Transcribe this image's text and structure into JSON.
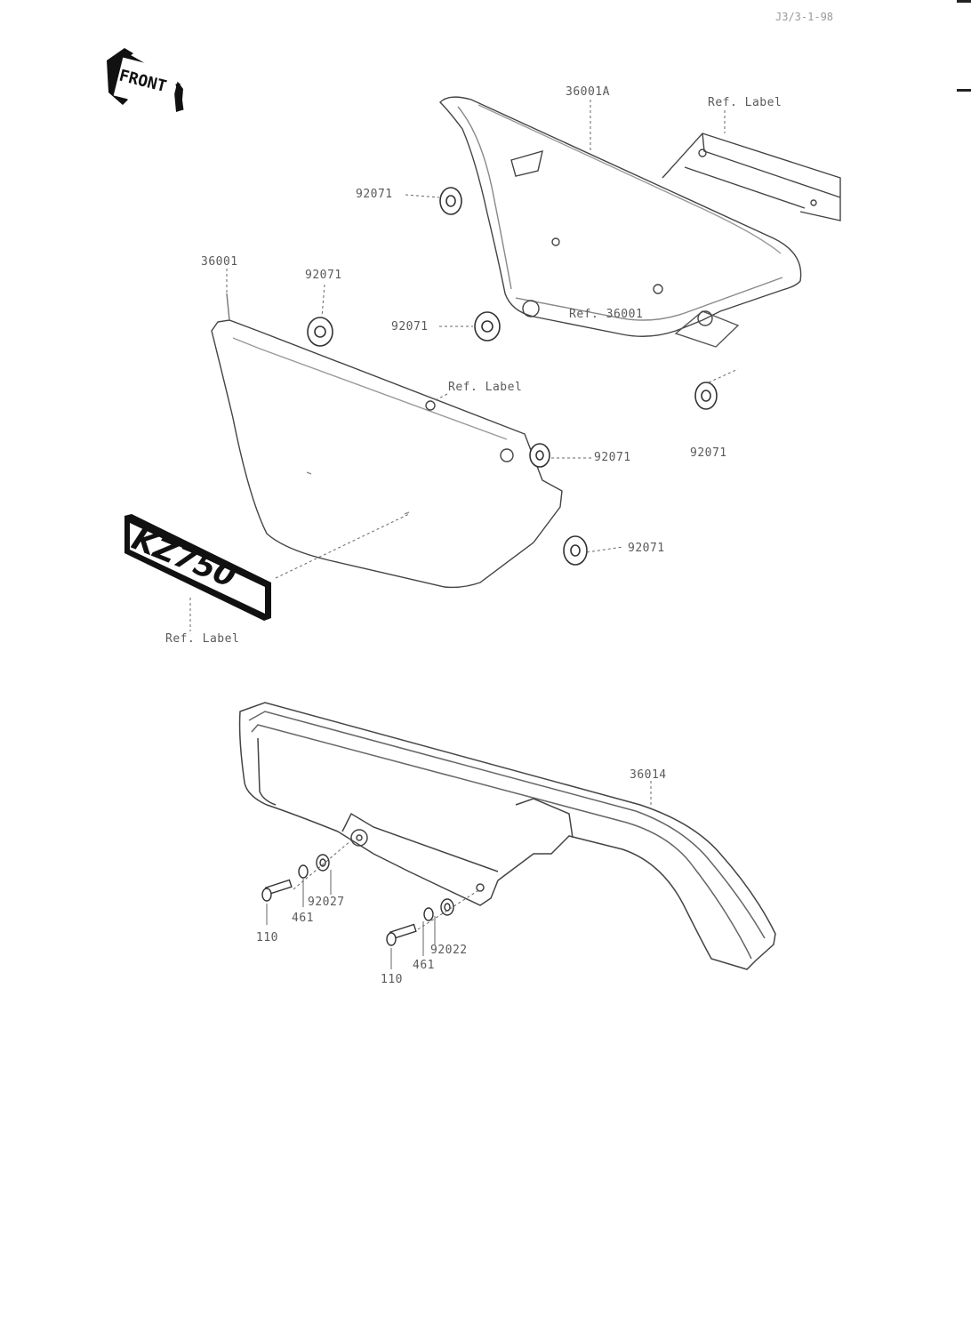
{
  "header": {
    "top_left_text": "",
    "top_right_code": "J3/3-1-98"
  },
  "logo": {
    "text": "FRONT"
  },
  "emblem": {
    "text": "KZ750"
  },
  "callouts": {
    "tail_cover": "36001A",
    "ref_label_top": "Ref. Label",
    "grommet_a": "92071",
    "side_cover": "36001",
    "grommet_b": "92071",
    "grommet_c": "92071",
    "ref_36001": "Ref. 36001",
    "ref_label_mid": "Ref. Label",
    "grommet_d": "92071",
    "grommet_e": "92071",
    "grommet_f": "92071",
    "ref_label_emblem": "Ref. Label",
    "chain_cover": "36014",
    "bolt_1": "110",
    "washer_1": "461",
    "damper_1": "92027",
    "bolt_2": "110",
    "washer_2": "461",
    "damper_2": "92022"
  }
}
